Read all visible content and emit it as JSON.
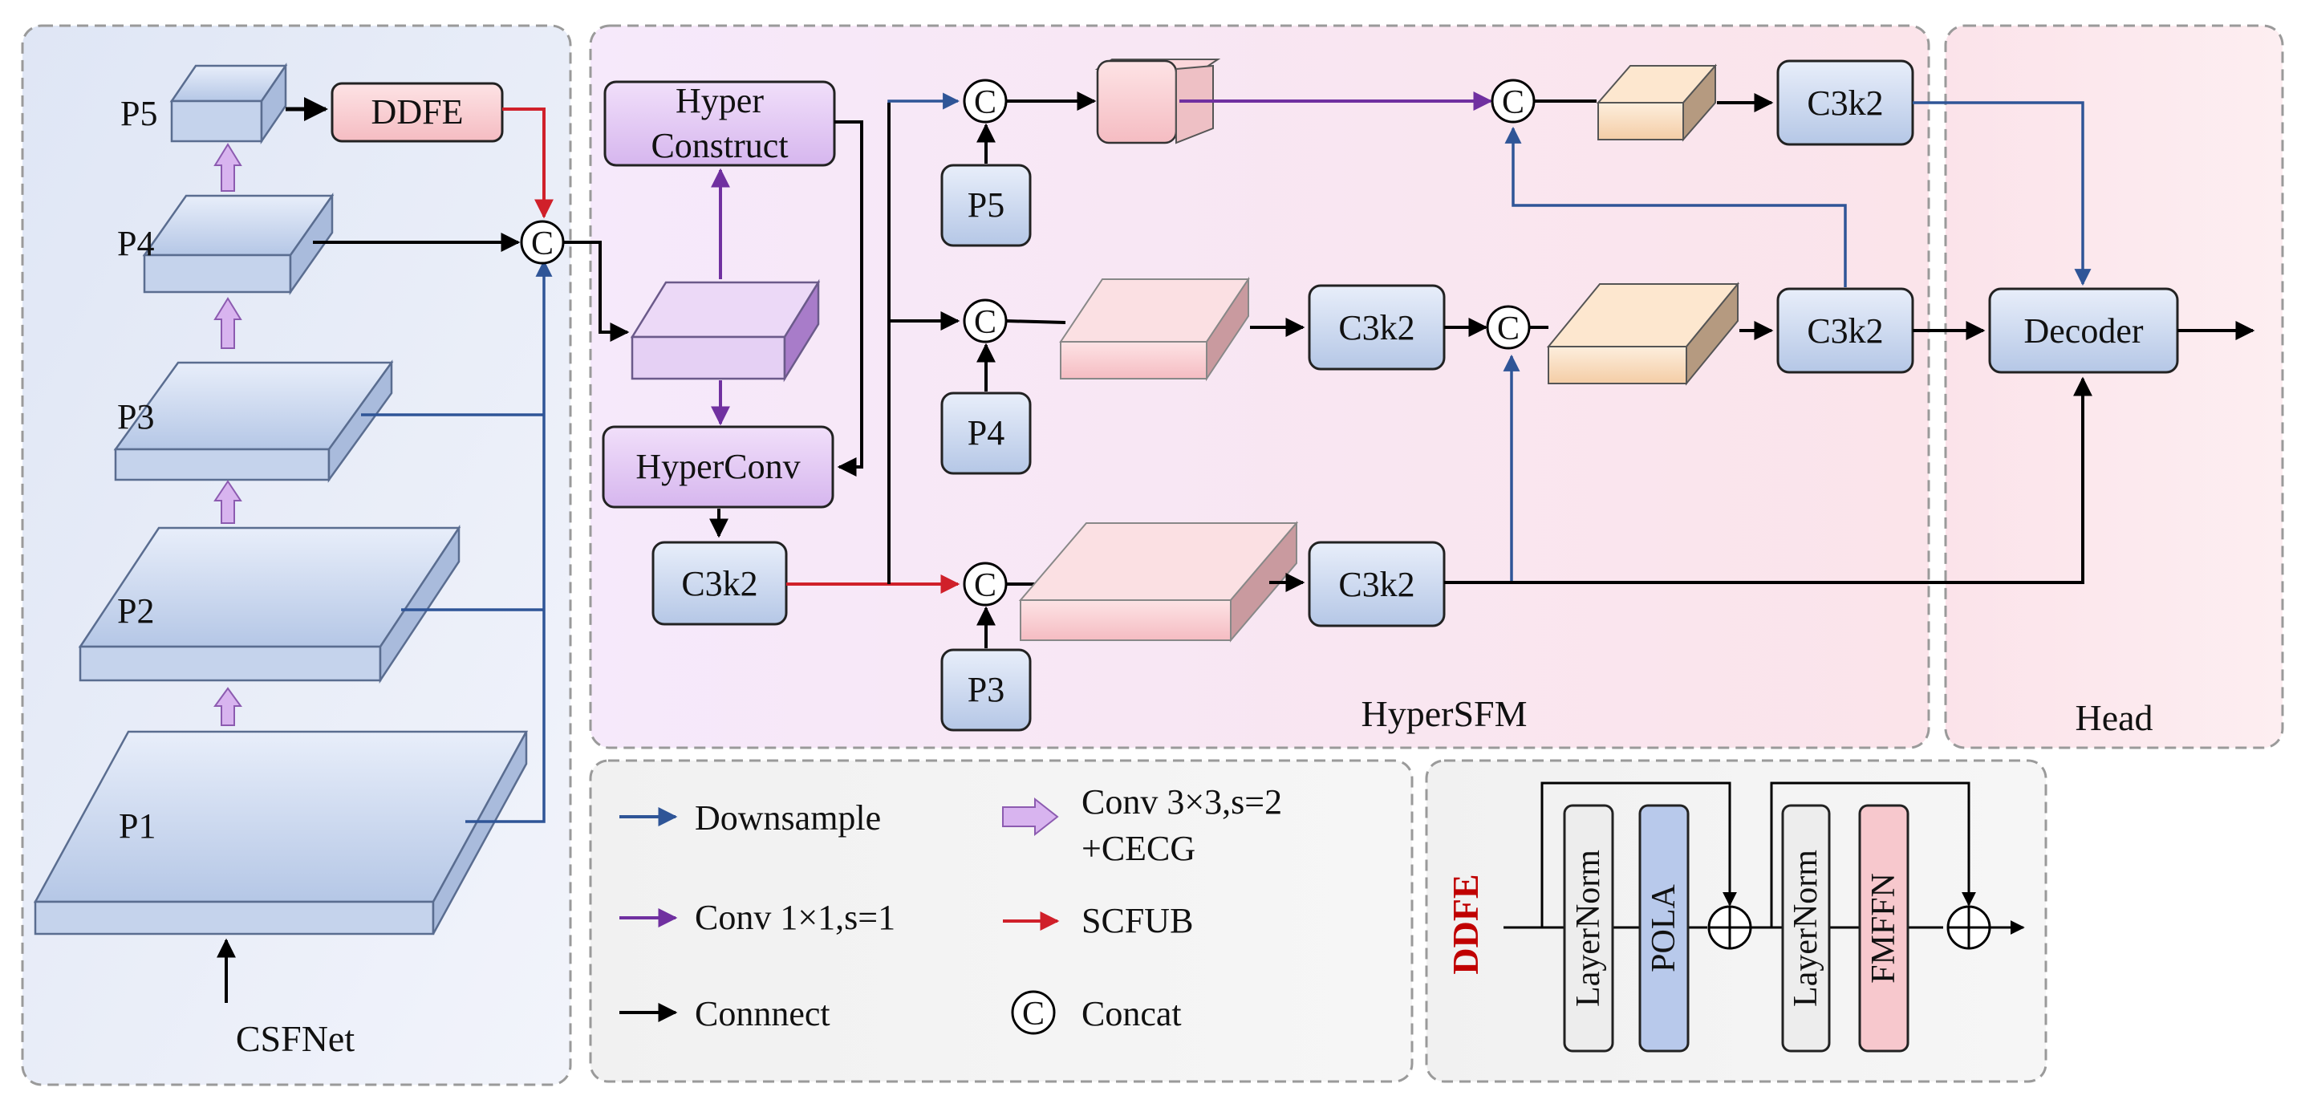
{
  "panels": {
    "csfnet": "CSFNet",
    "hypersfm": "HyperSFM",
    "head": "Head"
  },
  "backbone": {
    "levels": [
      "P5",
      "P4",
      "P3",
      "P2",
      "P1"
    ],
    "ddfe": "DDFE"
  },
  "hypersfm": {
    "hyper_construct_line1": "Hyper",
    "hyper_construct_line2": "Construct",
    "hyperconv": "HyperConv",
    "c3k2": "C3k2",
    "p5": "P5",
    "p4": "P4",
    "p3": "P3",
    "concat_symbol": "C"
  },
  "head": {
    "decoder": "Decoder"
  },
  "legend": {
    "downsample": "Downsample",
    "conv1x1": "Conv 1×1,s=1",
    "connect": "Connnect",
    "conv3x3_line1": "Conv 3×3,s=2",
    "conv3x3_line2": "+CECG",
    "scfub": "SCFUB",
    "concat": "Concat",
    "concat_symbol": "C"
  },
  "ddfe_detail": {
    "title": "DDFE",
    "layernorm1": "LayerNorm",
    "pola": "POLA",
    "layernorm2": "LayerNorm",
    "fmffn": "FMFFN"
  },
  "colors": {
    "downsample": "#2f5597",
    "conv1x1": "#7030a0",
    "connect": "#000000",
    "scfub": "#d0202a"
  }
}
